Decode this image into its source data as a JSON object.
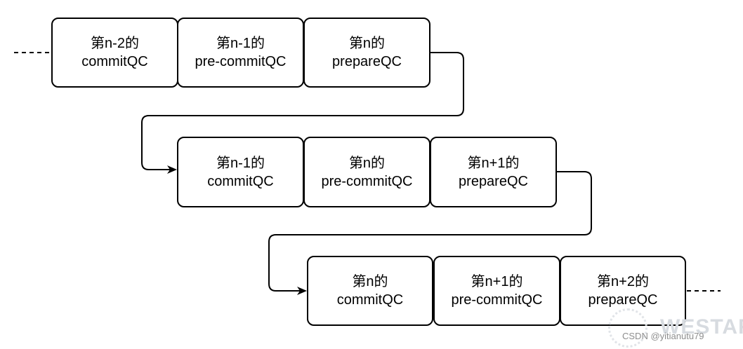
{
  "rows": [
    {
      "boxes": [
        {
          "line1": "第n-2的",
          "line2": "commitQC"
        },
        {
          "line1": "第n-1的",
          "line2": "pre-commitQC"
        },
        {
          "line1": "第n的",
          "line2": "prepareQC"
        }
      ]
    },
    {
      "boxes": [
        {
          "line1": "第n-1的",
          "line2": "commitQC"
        },
        {
          "line1": "第n的",
          "line2": "pre-commitQC"
        },
        {
          "line1": "第n+1的",
          "line2": "prepareQC"
        }
      ]
    },
    {
      "boxes": [
        {
          "line1": "第n的",
          "line2": "commitQC"
        },
        {
          "line1": "第n+1的",
          "line2": "pre-commitQC"
        },
        {
          "line1": "第n+2的",
          "line2": "prepareQC"
        }
      ]
    }
  ],
  "watermark": {
    "brand": "WESTAR",
    "credit": "CSDN @yitianutu79"
  },
  "colors": {
    "stroke": "#000000",
    "background": "#ffffff"
  }
}
